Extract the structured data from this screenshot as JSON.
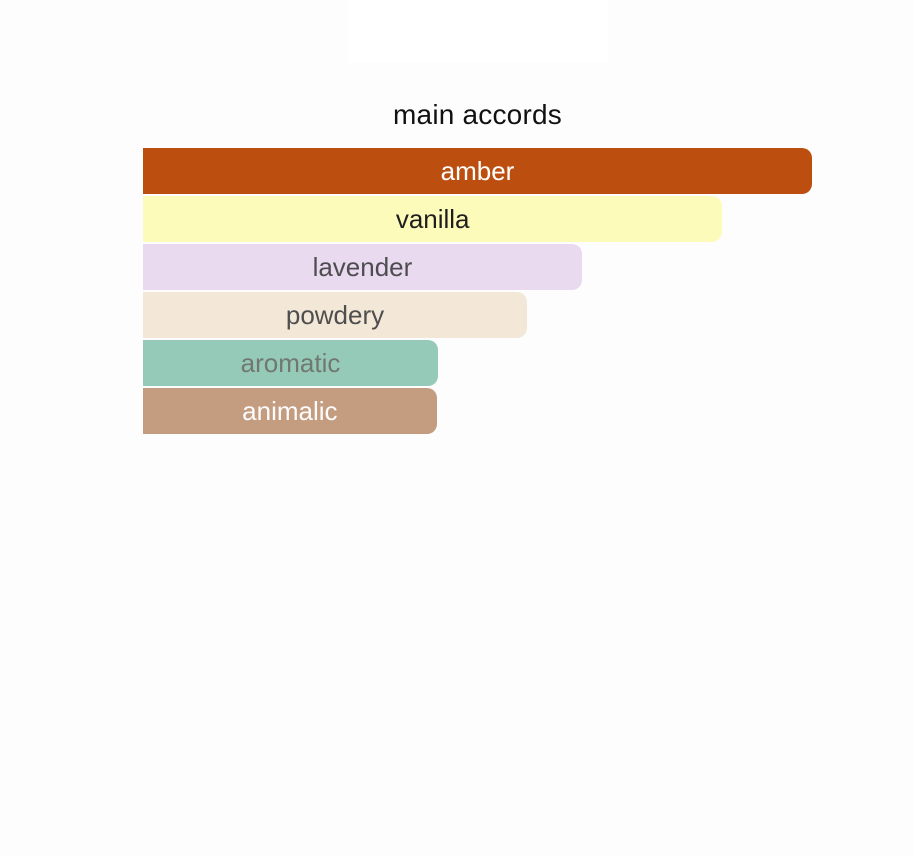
{
  "page": {
    "background_color": "#FDFDFD",
    "top_highlight_color": "#FFFFFF"
  },
  "chart_data": {
    "type": "bar",
    "orientation": "horizontal",
    "title": "main accords",
    "categories": [
      "amber",
      "vanilla",
      "lavender",
      "powdery",
      "aromatic",
      "animalic"
    ],
    "values": [
      100,
      86.6,
      65.6,
      57.4,
      44.1,
      43.9
    ],
    "values_unit": "percent of longest bar width",
    "grid": false,
    "legend": false,
    "axis_labels": false,
    "bars": [
      {
        "label": "amber",
        "width_pct": 100,
        "bar_color": "#BC4F10",
        "label_color": "#FFFFFF"
      },
      {
        "label": "vanilla",
        "width_pct": 86.6,
        "bar_color": "#FDFBBA",
        "label_color": "#1E1E1E"
      },
      {
        "label": "lavender",
        "width_pct": 65.6,
        "bar_color": "#E9DAF0",
        "label_color": "#4D4D4F"
      },
      {
        "label": "powdery",
        "width_pct": 57.4,
        "bar_color": "#F3E8D8",
        "label_color": "#4E4E4E"
      },
      {
        "label": "aromatic",
        "width_pct": 44.1,
        "bar_color": "#96CAB8",
        "label_color": "#717771"
      },
      {
        "label": "animalic",
        "width_pct": 43.9,
        "bar_color": "#C49D81",
        "label_color": "#FCFCFC"
      }
    ]
  }
}
